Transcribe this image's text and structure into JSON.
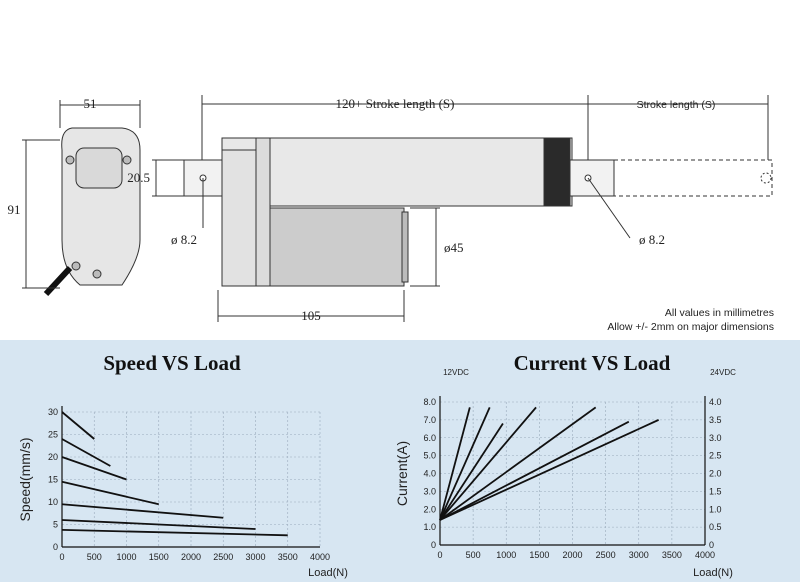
{
  "drawing": {
    "dim_width": "51",
    "dim_height": "91",
    "dim_top_length": "120+ Stroke length (S)",
    "dim_stroke": "Stroke length (S)",
    "dim_bracket": "20.5",
    "dim_hole_left": "ø 8.2",
    "dim_hole_right": "ø 8.2",
    "dim_motor_dia": "ø45",
    "dim_motor_len": "105",
    "note_line1": "All values in millimetres",
    "note_line2": "Allow +/- 2mm on major dimensions",
    "colors": {
      "line": "#333333",
      "body": "#e4e4e4",
      "seal": "#2a2a2a",
      "motor": "#c9c9c9"
    }
  },
  "chart_data": [
    {
      "type": "line",
      "title": "Speed VS Load",
      "xlabel": "Load(N)",
      "ylabel": "Speed(mm/s)",
      "xlim": [
        0,
        4000
      ],
      "ylim": [
        0,
        30
      ],
      "xticks": [
        "0",
        "500",
        "1000",
        "1500",
        "2000",
        "2500",
        "3000",
        "3500",
        "4000"
      ],
      "yticks": [
        "0",
        "5",
        "10",
        "15",
        "20",
        "25",
        "30"
      ],
      "grid": true,
      "series": [
        {
          "x": [
            0,
            500
          ],
          "y": [
            30,
            24
          ]
        },
        {
          "x": [
            0,
            750
          ],
          "y": [
            24,
            18
          ]
        },
        {
          "x": [
            0,
            1000
          ],
          "y": [
            20,
            15
          ]
        },
        {
          "x": [
            0,
            1500
          ],
          "y": [
            14.5,
            9.5
          ]
        },
        {
          "x": [
            0,
            2500
          ],
          "y": [
            9.5,
            6.5
          ]
        },
        {
          "x": [
            0,
            3000
          ],
          "y": [
            6,
            4
          ]
        },
        {
          "x": [
            0,
            3500
          ],
          "y": [
            3.8,
            2.6
          ]
        }
      ]
    },
    {
      "type": "line",
      "title": "Current VS Load",
      "xlabel": "Load(N)",
      "ylabel": "Current(A)",
      "left_axis_label": "12VDC",
      "right_axis_label": "24VDC",
      "xlim": [
        0,
        4000
      ],
      "ylim": [
        0,
        8
      ],
      "y2lim": [
        0,
        4
      ],
      "xticks": [
        "0",
        "500",
        "1000",
        "1500",
        "2000",
        "2500",
        "3000",
        "3500",
        "4000"
      ],
      "yticks": [
        "0",
        "1.0",
        "2.0",
        "3.0",
        "4.0",
        "5.0",
        "6.0",
        "7.0",
        "8.0"
      ],
      "y2ticks": [
        "0",
        "0.5",
        "1.0",
        "1.5",
        "2.0",
        "2.5",
        "3.0",
        "3.5",
        "4.0"
      ],
      "grid": true,
      "series": [
        {
          "x": [
            0,
            450
          ],
          "y": [
            1.4,
            7.7
          ]
        },
        {
          "x": [
            0,
            750
          ],
          "y": [
            1.4,
            7.7
          ]
        },
        {
          "x": [
            0,
            950
          ],
          "y": [
            1.4,
            6.8
          ]
        },
        {
          "x": [
            0,
            1450
          ],
          "y": [
            1.4,
            7.7
          ]
        },
        {
          "x": [
            0,
            2350
          ],
          "y": [
            1.4,
            7.7
          ]
        },
        {
          "x": [
            0,
            2850
          ],
          "y": [
            1.4,
            6.9
          ]
        },
        {
          "x": [
            0,
            3300
          ],
          "y": [
            1.4,
            7.0
          ]
        }
      ]
    }
  ]
}
